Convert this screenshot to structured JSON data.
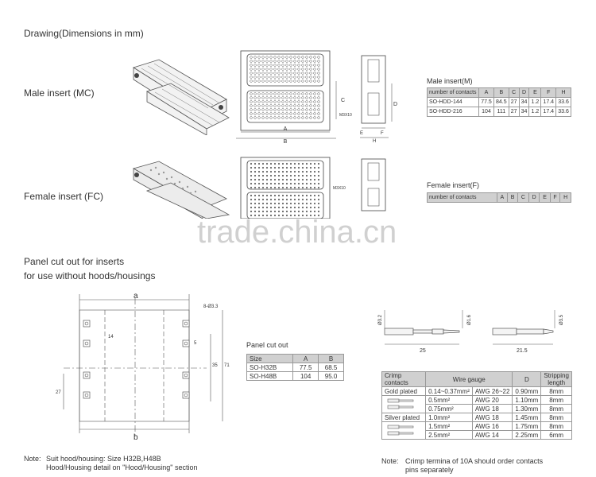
{
  "heading": "Drawing(Dimensions in mm)",
  "male_label": "Male insert (MC)",
  "female_label": "Female insert (FC)",
  "male_table": {
    "title": "Male insert(M)",
    "headers": [
      "number of contacts",
      "A",
      "B",
      "C",
      "D",
      "E",
      "F",
      "H"
    ],
    "rows": [
      [
        "SO-HDD-144",
        "77.5",
        "84.5",
        "27",
        "34",
        "1.2",
        "17.4",
        "33.6"
      ],
      [
        "SO-HDD-216",
        "104",
        "111",
        "27",
        "34",
        "1.2",
        "17.4",
        "33.6"
      ]
    ]
  },
  "female_table": {
    "title": "Female insert(F)",
    "headers": [
      "number of contacts",
      "A",
      "B",
      "C",
      "D",
      "E",
      "F",
      "H"
    ]
  },
  "drawing_labels": {
    "a": "A",
    "b": "B",
    "c": "C",
    "d": "D",
    "e": "E",
    "f": "F",
    "h": "H",
    "m3": "M3X10",
    "m3b": "M3X10"
  },
  "watermark": "trade.china.cn",
  "panel_heading_1": "Panel cut out for inserts",
  "panel_heading_2": "for use without hoods/housings",
  "panel_drawing": {
    "a": "a",
    "b": "b",
    "hole": "8-Ø3.3",
    "d14": "14",
    "d5": "5",
    "d35": "35",
    "d71": "71",
    "d27": "27"
  },
  "panel_table": {
    "title": "Panel cut out",
    "headers": [
      "Size",
      "A",
      "B"
    ],
    "rows": [
      [
        "SO-H32B",
        "77.5",
        "68.5"
      ],
      [
        "SO-H48B",
        "104",
        "95.0"
      ]
    ]
  },
  "pin_labels": {
    "d1": "Ø3.2",
    "d2": "Ø1.6",
    "len1": "25",
    "d3": "Ø3.5",
    "len2": "21.5"
  },
  "crimp_table": {
    "headers": [
      "Crimp contacts",
      "Wire gauge",
      "D",
      "Stripping length"
    ],
    "gold": "Gold plated",
    "silver": "Silver plated",
    "rows": [
      [
        "0.14~0.37mm²",
        "AWG 26~22",
        "0.90mm",
        "8mm"
      ],
      [
        "0.5mm²",
        "AWG 20",
        "1.10mm",
        "8mm"
      ],
      [
        "0.75mm²",
        "AWG 18",
        "1.30mm",
        "8mm"
      ],
      [
        "1.0mm²",
        "AWG 18",
        "1.45mm",
        "8mm"
      ],
      [
        "1.5mm²",
        "AWG 16",
        "1.75mm",
        "8mm"
      ],
      [
        "2.5mm²",
        "AWG 14",
        "2.25mm",
        "6mm"
      ]
    ]
  },
  "note_left_label": "Note:",
  "note_left_1": "Suit hood/housing: Size H32B,H48B",
  "note_left_2": "Hood/Housing detail on \"Hood/Housing\" section",
  "note_right_label": "Note:",
  "note_right_1": "Crimp termina of 10A should order contacts",
  "note_right_2": "pins separately"
}
